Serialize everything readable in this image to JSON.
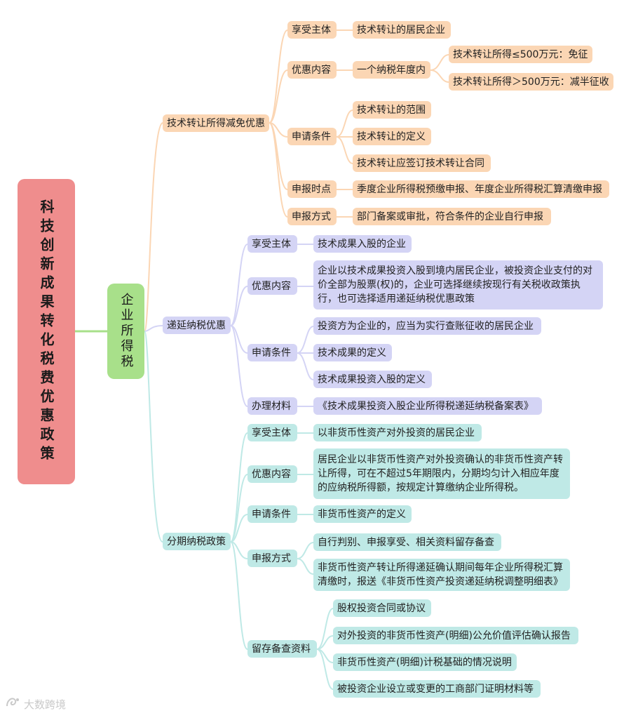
{
  "root": "科技创新成果转化税费优惠政策",
  "level1": "企业所得税",
  "watermark": "大数跨境",
  "colors": {
    "orange": "#fbd6b4",
    "purple": "#d4d4f5",
    "teal": "#bfe9e6",
    "root": "#ef8d8d",
    "level1": "#a8e08a"
  },
  "branches": {
    "b1": {
      "title": "技术转让所得减免优惠",
      "subject_label": "享受主体",
      "subject": "技术转让的居民企业",
      "benefit_label": "优惠内容",
      "benefit": "一个纳税年度内",
      "benefit_a": "技术转让所得≤500万元：免征",
      "benefit_b": "技术转让所得＞500万元：减半征收",
      "cond_label": "申请条件",
      "cond": [
        "技术转让的范围",
        "技术转让的定义",
        "技术转让应签订技术转让合同"
      ],
      "time_label": "申报时点",
      "time": "季度企业所得税预缴申报、年度企业所得税汇算清缴申报",
      "method_label": "申报方式",
      "method": "部门备案或审批，符合条件的企业自行申报"
    },
    "b2": {
      "title": "递延纳税优惠",
      "subject_label": "享受主体",
      "subject": "技术成果入股的企业",
      "benefit_label": "优惠内容",
      "benefit": "企业以技术成果投资入股到境内居民企业，被投资企业支付的对价全部为股票(权)的，企业可选择继续按现行有关税收政策执行，也可选择适用递延纳税优惠政策",
      "cond_label": "申请条件",
      "cond": [
        "投资方为企业的，应当为实行查账征收的居民企业",
        "技术成果的定义",
        "技术成果投资入股的定义"
      ],
      "material_label": "办理材料",
      "material": "《技术成果投资入股企业所得税递延纳税备案表》"
    },
    "b3": {
      "title": "分期纳税政策",
      "subject_label": "享受主体",
      "subject": "以非货币性资产对外投资的居民企业",
      "benefit_label": "优惠内容",
      "benefit": "居民企业以非货币性资产对外投资确认的非货币性资产转让所得，可在不超过5年期限内，分期均匀计入相应年度的应纳税所得额，按规定计算缴纳企业所得税。",
      "cond_label": "申请条件",
      "cond": "非货币性资产的定义",
      "method_label": "申报方式",
      "method": [
        "自行判别、申报享受、相关资料留存备查",
        "非货币性资产转让所得递延确认期间每年企业所得税汇算清缴时，报送《非货币性资产投资递延纳税调整明细表》"
      ],
      "records_label": "留存备查资料",
      "records": [
        "股权投资合同或协议",
        "对外投资的非货币性资产(明细)公允价值评估确认报告",
        "非货币性资产(明细)计税基础的情况说明",
        "被投资企业设立或变更的工商部门证明材料等"
      ]
    }
  }
}
